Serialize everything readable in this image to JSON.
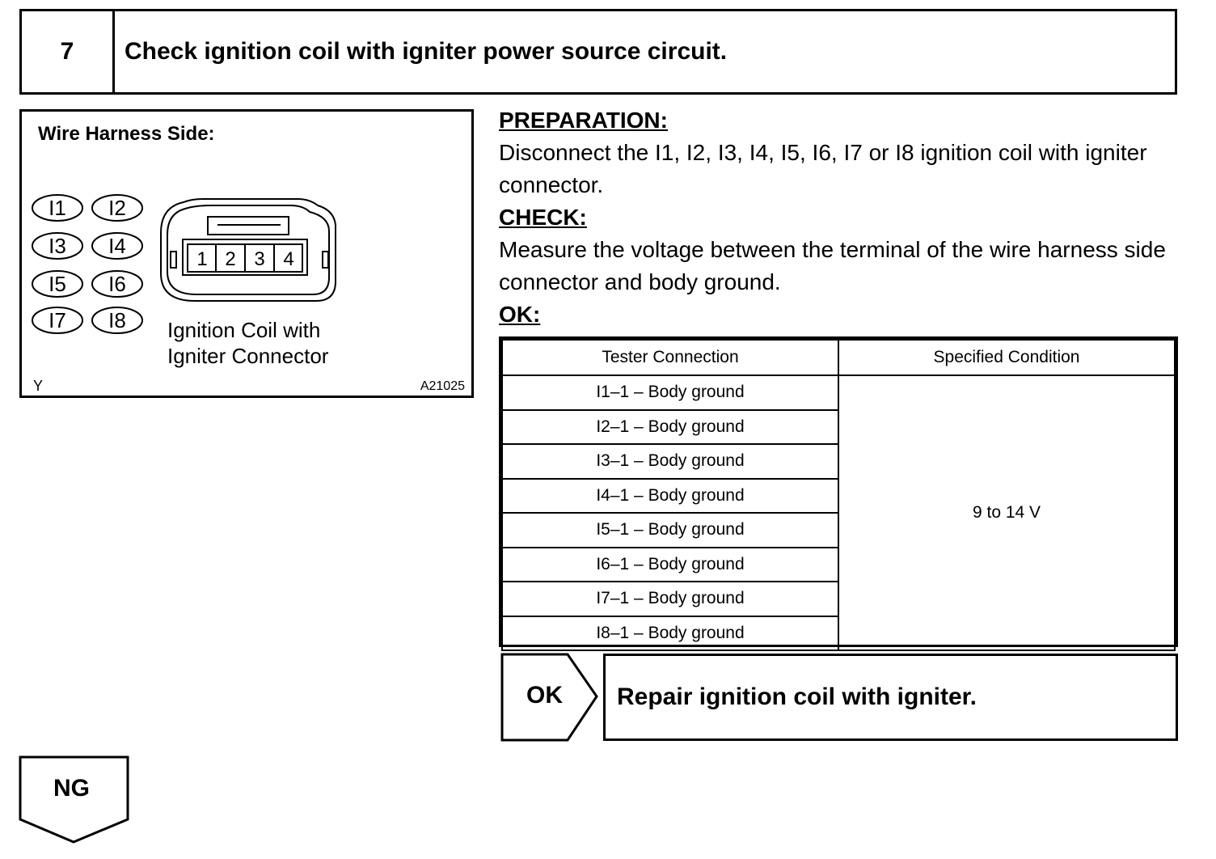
{
  "step": {
    "number": "7",
    "title": "Check ignition coil with igniter power source circuit."
  },
  "diagram": {
    "title": "Wire Harness Side:",
    "connector_labels": [
      "I1",
      "I2",
      "I3",
      "I4",
      "I5",
      "I6",
      "I7",
      "I8"
    ],
    "terminals": [
      "1",
      "2",
      "3",
      "4"
    ],
    "caption_line1": "Ignition Coil with",
    "caption_line2": "Igniter Connector",
    "corner_left": "Y",
    "figure_id": "A21025"
  },
  "preparation": {
    "label": "PREPARATION:",
    "text": "Disconnect the I1, I2, I3, I4, I5, I6, I7 or I8 ignition coil with igniter connector."
  },
  "check": {
    "label": "CHECK:",
    "text": "Measure the voltage between the terminal of the wire harness side connector and body ground."
  },
  "ok_section": {
    "label": "OK:"
  },
  "spec_table": {
    "headers": [
      "Tester Connection",
      "Specified Condition"
    ],
    "rows": [
      "I1–1 – Body ground",
      "I2–1 – Body ground",
      "I3–1 – Body ground",
      "I4–1 – Body ground",
      "I5–1 – Body ground",
      "I6–1 – Body ground",
      "I7–1 – Body ground",
      "I8–1 – Body ground"
    ],
    "condition": "9 to 14 V"
  },
  "ok_result": {
    "label": "OK",
    "action": "Repair ignition coil with igniter."
  },
  "ng_result": {
    "label": "NG"
  }
}
